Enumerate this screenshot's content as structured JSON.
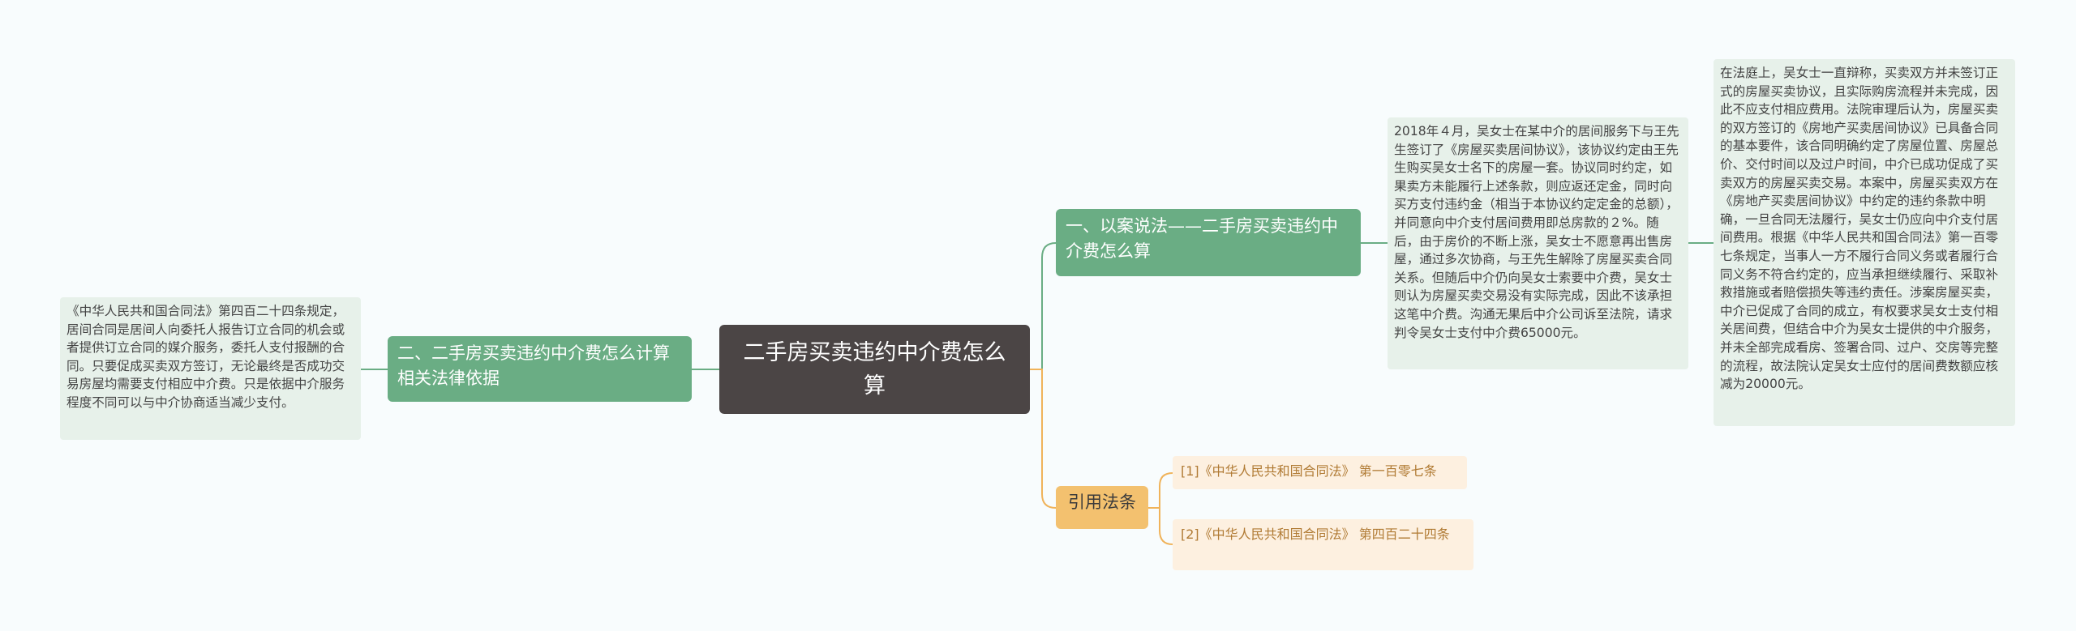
{
  "colors": {
    "root_bg": "#4b4545",
    "branch_bg": "#6aad84",
    "leaf_bg": "#e7f1ea",
    "cite_bg": "#f3c16f",
    "ref_bg": "#fdf0e0",
    "green_line": "#6aad84",
    "orange_line": "#f0b35a"
  },
  "root": {
    "title": "二手房买卖违约中介费怎么算"
  },
  "branch1": {
    "title": "一、以案说法——二手房买卖违约中介费怎么算",
    "detail": "2018年４月，吴女士在某中介的居间服务下与王先生签订了《房屋买卖居间协议》，该协议约定由王先生购买吴女士名下的房屋一套。协议同时约定，如果卖方未能履行上述条款，则应返还定金，同时向买方支付违约金（相当于本协议约定定金的总额），并同意向中介支付居间费用即总房款的２%。随后，由于房价的不断上涨，吴女士不愿意再出售房屋，通过多次协商，与王先生解除了房屋买卖合同关系。但随后中介仍向吴女士索要中介费，吴女士则认为房屋买卖交易没有实际完成，因此不该承担这笔中介费。沟通无果后中介公司诉至法院，请求判令吴女士支付中介费65000元。",
    "ruling": "在法庭上，吴女士一直辩称，买卖双方并未签订正式的房屋买卖协议，且实际购房流程并未完成，因此不应支付相应费用。法院审理后认为，房屋买卖的双方签订的《房地产买卖居间协议》已具备合同的基本要件，该合同明确约定了房屋位置、房屋总价、交付时间以及过户时间，中介已成功促成了买卖双方的房屋买卖交易。本案中，房屋买卖双方在《房地产买卖居间协议》中约定的违约条款中明确，一旦合同无法履行，吴女士仍应向中介支付居间费用。根据《中华人民共和国合同法》第一百零七条规定，当事人一方不履行合同义务或者履行合同义务不符合约定的，应当承担继续履行、采取补救措施或者赔偿损失等违约责任。涉案房屋买卖，中介已促成了合同的成立，有权要求吴女士支付相关居间费，但结合中介为吴女士提供的中介服务，并未全部完成看房、签署合同、过户、交房等完整的流程，故法院认定吴女士应付的居间费数额应核减为20000元。"
  },
  "branch2": {
    "title": "二、二手房买卖违约中介费怎么计算相关法律依据",
    "detail": "《中华人民共和国合同法》第四百二十四条规定，居间合同是居间人向委托人报告订立合同的机会或者提供订立合同的媒介服务，委托人支付报酬的合同。只要促成买卖双方签订，无论最终是否成功交易房屋均需要支付相应中介费。只是依据中介服务程度不同可以与中介协商适当减少支付。"
  },
  "citations": {
    "title": "引用法条",
    "items": [
      "[1]《中华人民共和国合同法》 第一百零七条",
      "[2]《中华人民共和国合同法》 第四百二十四条"
    ]
  }
}
